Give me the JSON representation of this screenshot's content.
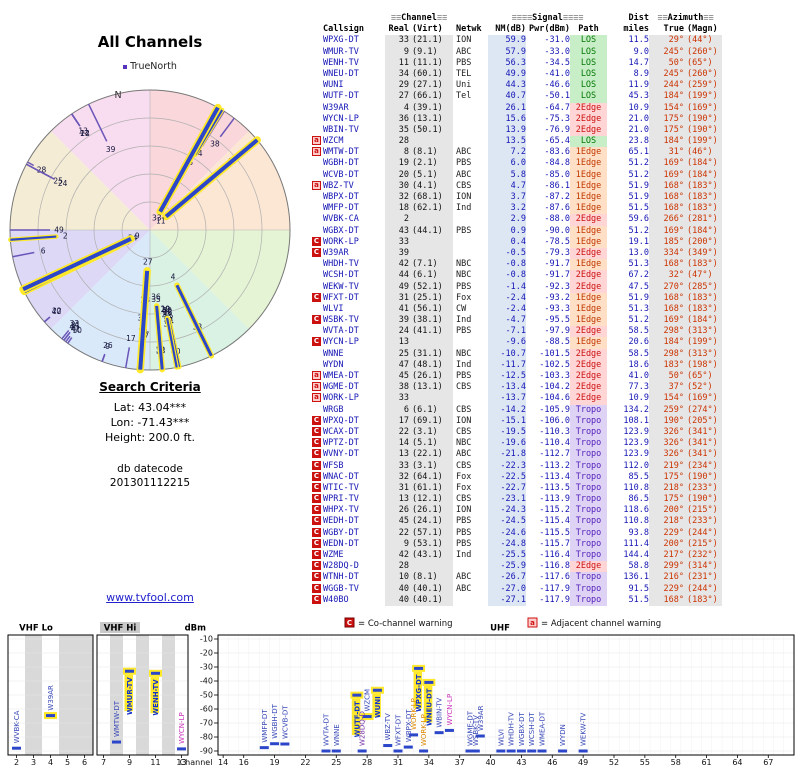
{
  "criteria": {
    "title": "Search Criteria",
    "lat": "Lat: 43.04***",
    "lon": "Lon: -71.43***",
    "height": "Height: 200.0 ft.",
    "db_label": "db datecode",
    "db_code": "201301112215"
  },
  "link": {
    "text": "www.tvfool.com"
  },
  "table": {
    "bar2": "≡≡",
    "bar4": "≡≡≡≡",
    "group_channel": "Channel",
    "group_signal": "Signal",
    "group_dist": "Dist",
    "group_azimuth": "Azimuth",
    "h_callsign": "Callsign",
    "h_real": "Real",
    "h_virt": "(Virt)",
    "h_netwk": "Netwk",
    "h_nm": "NM(dB)",
    "h_pwr": "Pwr(dBm)",
    "h_path": "Path",
    "h_miles": "miles",
    "h_true": "True",
    "h_magn": "(Magn)"
  },
  "chart_data": {
    "type": "table",
    "radar": {
      "type": "radar",
      "title": "All Channels",
      "mode": "TrueNorth",
      "north": "N",
      "sector_colors": [
        "#f9d7da",
        "#fce6d4",
        "#e4f4d4",
        "#d9f2e3",
        "#d9e9f9",
        "#dcd8f6",
        "#f4ecd4",
        "#f8dcef"
      ]
    },
    "signal_chart": {
      "type": "scatter",
      "ylabel": "dBm",
      "xlabel": "Channel",
      "ylim": [
        -90,
        -10
      ],
      "yticks": [
        -10,
        -20,
        -30,
        -40,
        -50,
        -60,
        -70,
        -80,
        -90
      ],
      "legend": {
        "co_symbol": "C",
        "co_text": "= Co-channel warning",
        "adj_symbol": "a",
        "adj_text": "= Adjacent channel warning"
      },
      "panels": [
        {
          "label": "VHF Lo",
          "ch_min": 2,
          "ch_max": 6,
          "ticks": [
            2,
            3,
            4,
            5,
            6
          ],
          "bands": [
            [
              3,
              3
            ],
            [
              5,
              6
            ]
          ]
        },
        {
          "label": "VHF Hi",
          "ch_min": 7,
          "ch_max": 13,
          "ticks": [
            7,
            9,
            11,
            13
          ],
          "bands": [
            [
              8,
              8
            ],
            [
              10,
              10
            ],
            [
              12,
              12
            ]
          ]
        },
        {
          "label": "UHF",
          "ch_min": 14,
          "ch_max": 69,
          "ticks": [
            14,
            16,
            19,
            22,
            25,
            28,
            31,
            34,
            37,
            40,
            43,
            46,
            49,
            52,
            55,
            58,
            61,
            64,
            67
          ],
          "bands": []
        }
      ]
    },
    "stations": [
      {
        "warn": "",
        "call": "WPXG-DT",
        "real": 33,
        "virt": "(21.1)",
        "net": "ION",
        "nm": "59.9",
        "pwr": "-31.0",
        "path": "LOS",
        "mi": "11.5",
        "tru": "29°",
        "mag": "(44°)"
      },
      {
        "warn": "",
        "call": "WMUR-TV",
        "real": 9,
        "virt": "(9.1)",
        "net": "ABC",
        "nm": "57.9",
        "pwr": "-33.0",
        "path": "LOS",
        "mi": "9.0",
        "tru": "245°",
        "mag": "(260°)"
      },
      {
        "warn": "",
        "call": "WENH-TV",
        "real": 11,
        "virt": "(11.1)",
        "net": "PBS",
        "nm": "56.3",
        "pwr": "-34.5",
        "path": "LOS",
        "mi": "14.7",
        "tru": "50°",
        "mag": "(65°)"
      },
      {
        "warn": "",
        "call": "WNEU-DT",
        "real": 34,
        "virt": "(60.1)",
        "net": "TEL",
        "nm": "49.9",
        "pwr": "-41.0",
        "path": "LOS",
        "mi": "8.9",
        "tru": "245°",
        "mag": "(260°)"
      },
      {
        "warn": "",
        "call": "WUNI",
        "real": 29,
        "virt": "(27.1)",
        "net": "Uni",
        "nm": "44.3",
        "pwr": "-46.6",
        "path": "LOS",
        "mi": "11.9",
        "tru": "244°",
        "mag": "(259°)"
      },
      {
        "warn": "",
        "call": "WUTF-DT",
        "real": 27,
        "virt": "(66.1)",
        "net": "Tel",
        "nm": "40.7",
        "pwr": "-50.1",
        "path": "LOS",
        "mi": "45.3",
        "tru": "184°",
        "mag": "(199°)"
      },
      {
        "warn": "",
        "call": "W39AR",
        "real": 4,
        "virt": "(39.1)",
        "net": "",
        "nm": "26.1",
        "pwr": "-64.7",
        "path": "2Edge",
        "mi": "10.9",
        "tru": "154°",
        "mag": "(169°)"
      },
      {
        "warn": "",
        "call": "WYCN-LP",
        "real": 36,
        "virt": "(13.1)",
        "net": "",
        "nm": "15.6",
        "pwr": "-75.3",
        "path": "2Edge",
        "mi": "21.0",
        "tru": "175°",
        "mag": "(190°)",
        "color": "#cc33bb"
      },
      {
        "warn": "",
        "call": "WBIN-TV",
        "real": 35,
        "virt": "(50.1)",
        "net": "",
        "nm": "13.9",
        "pwr": "-76.9",
        "path": "2Edge",
        "mi": "21.0",
        "tru": "175°",
        "mag": "(190°)"
      },
      {
        "warn": "a",
        "call": "WZCM",
        "real": 28,
        "virt": "",
        "net": "",
        "nm": "13.5",
        "pwr": "-65.4",
        "path": "LOS",
        "mi": "23.8",
        "tru": "184°",
        "mag": "(199°)"
      },
      {
        "warn": "a",
        "call": "WMTW-DT",
        "real": 8,
        "virt": "(8.1)",
        "net": "ABC",
        "nm": "7.2",
        "pwr": "-83.6",
        "path": "1Edge",
        "mi": "65.1",
        "tru": "31°",
        "mag": "(46°)"
      },
      {
        "warn": "",
        "call": "WGBH-DT",
        "real": 19,
        "virt": "(2.1)",
        "net": "PBS",
        "nm": "6.0",
        "pwr": "-84.8",
        "path": "1Edge",
        "mi": "51.2",
        "tru": "169°",
        "mag": "(184°)"
      },
      {
        "warn": "",
        "call": "WCVB-DT",
        "real": 20,
        "virt": "(5.1)",
        "net": "ABC",
        "nm": "5.8",
        "pwr": "-85.0",
        "path": "1Edge",
        "mi": "51.2",
        "tru": "169°",
        "mag": "(184°)"
      },
      {
        "warn": "a",
        "call": "WBZ-TV",
        "real": 30,
        "virt": "(4.1)",
        "net": "CBS",
        "nm": "4.7",
        "pwr": "-86.1",
        "path": "1Edge",
        "mi": "51.9",
        "tru": "168°",
        "mag": "(183°)"
      },
      {
        "warn": "",
        "call": "WBPX-DT",
        "real": 32,
        "virt": "(68.1)",
        "net": "ION",
        "nm": "3.7",
        "pwr": "-87.2",
        "path": "1Edge",
        "mi": "51.9",
        "tru": "168°",
        "mag": "(183°)"
      },
      {
        "warn": "",
        "call": "WMFP-DT",
        "real": 18,
        "virt": "(62.1)",
        "net": "Ind",
        "nm": "3.2",
        "pwr": "-87.6",
        "path": "1Edge",
        "mi": "51.5",
        "tru": "168°",
        "mag": "(183°)"
      },
      {
        "warn": "",
        "call": "WVBK-CA",
        "real": 2,
        "virt": "",
        "net": "",
        "nm": "2.9",
        "pwr": "-88.0",
        "path": "2Edge",
        "mi": "59.6",
        "tru": "266°",
        "mag": "(281°)"
      },
      {
        "warn": "",
        "call": "WGBX-DT",
        "real": 43,
        "virt": "(44.1)",
        "net": "PBS",
        "nm": "0.9",
        "pwr": "-90.0",
        "path": "1Edge",
        "mi": "51.2",
        "tru": "169°",
        "mag": "(184°)"
      },
      {
        "warn": "C",
        "call": "WORK-LP",
        "real": 33,
        "virt": "",
        "net": "",
        "nm": "0.4",
        "pwr": "-78.5",
        "path": "1Edge",
        "mi": "19.1",
        "tru": "185°",
        "mag": "(200°)",
        "color": "#dd8800"
      },
      {
        "warn": "C",
        "call": "W39AR",
        "real": 39,
        "virt": "",
        "net": "",
        "nm": "-0.5",
        "pwr": "-79.3",
        "path": "2Edge",
        "mi": "13.0",
        "tru": "334°",
        "mag": "(349°)"
      },
      {
        "warn": "",
        "call": "WHDH-TV",
        "real": 42,
        "virt": "(7.1)",
        "net": "NBC",
        "nm": "-0.8",
        "pwr": "-91.7",
        "path": "1Edge",
        "mi": "51.3",
        "tru": "168°",
        "mag": "(183°)"
      },
      {
        "warn": "",
        "call": "WCSH-DT",
        "real": 44,
        "virt": "(6.1)",
        "net": "NBC",
        "nm": "-0.8",
        "pwr": "-91.7",
        "path": "2Edge",
        "mi": "67.2",
        "tru": "32°",
        "mag": "(47°)"
      },
      {
        "warn": "",
        "call": "WEKW-TV",
        "real": 49,
        "virt": "(52.1)",
        "net": "PBS",
        "nm": "-1.4",
        "pwr": "-92.3",
        "path": "2Edge",
        "mi": "47.5",
        "tru": "270°",
        "mag": "(285°)"
      },
      {
        "warn": "C",
        "call": "WFXT-DT",
        "real": 31,
        "virt": "(25.1)",
        "net": "Fox",
        "nm": "-2.4",
        "pwr": "-93.2",
        "path": "1Edge",
        "mi": "51.9",
        "tru": "168°",
        "mag": "(183°)"
      },
      {
        "warn": "",
        "call": "WLVI",
        "real": 41,
        "virt": "(56.1)",
        "net": "CW",
        "nm": "-2.4",
        "pwr": "-93.3",
        "path": "1Edge",
        "mi": "51.3",
        "tru": "168°",
        "mag": "(183°)"
      },
      {
        "warn": "C",
        "call": "WSBK-TV",
        "real": 39,
        "virt": "(38.1)",
        "net": "Ind",
        "nm": "-4.7",
        "pwr": "-95.5",
        "path": "1Edge",
        "mi": "51.2",
        "tru": "169°",
        "mag": "(184°)"
      },
      {
        "warn": "",
        "call": "WVTA-DT",
        "real": 24,
        "virt": "(41.1)",
        "net": "PBS",
        "nm": "-7.1",
        "pwr": "-97.9",
        "path": "2Edge",
        "mi": "58.5",
        "tru": "298°",
        "mag": "(313°)"
      },
      {
        "warn": "C",
        "call": "WYCN-LP",
        "real": 13,
        "virt": "",
        "net": "",
        "nm": "-9.6",
        "pwr": "-88.5",
        "path": "1Edge",
        "mi": "20.6",
        "tru": "184°",
        "mag": "(199°)",
        "color": "#cc33bb"
      },
      {
        "warn": "",
        "call": "WNNE",
        "real": 25,
        "virt": "(31.1)",
        "net": "NBC",
        "nm": "-10.7",
        "pwr": "-101.5",
        "path": "2Edge",
        "mi": "58.5",
        "tru": "298°",
        "mag": "(313°)"
      },
      {
        "warn": "",
        "call": "WYDN",
        "real": 47,
        "virt": "(48.1)",
        "net": "Ind",
        "nm": "-11.7",
        "pwr": "-102.5",
        "path": "2Edge",
        "mi": "18.6",
        "tru": "183°",
        "mag": "(198°)"
      },
      {
        "warn": "a",
        "call": "WMEA-DT",
        "real": 45,
        "virt": "(26.1)",
        "net": "PBS",
        "nm": "-12.5",
        "pwr": "-103.3",
        "path": "2Edge",
        "mi": "41.0",
        "tru": "50°",
        "mag": "(65°)"
      },
      {
        "warn": "a",
        "call": "WGME-DT",
        "real": 38,
        "virt": "(13.1)",
        "net": "CBS",
        "nm": "-13.4",
        "pwr": "-104.2",
        "path": "2Edge",
        "mi": "77.3",
        "tru": "37°",
        "mag": "(52°)"
      },
      {
        "warn": "a",
        "call": "WORK-LP",
        "real": 33,
        "virt": "",
        "net": "",
        "nm": "-13.7",
        "pwr": "-104.6",
        "path": "2Edge",
        "mi": "10.9",
        "tru": "154°",
        "mag": "(169°)",
        "color": "#dd8800"
      },
      {
        "warn": "",
        "call": "WRGB",
        "real": 6,
        "virt": "(6.1)",
        "net": "CBS",
        "nm": "-14.2",
        "pwr": "-105.9",
        "path": "Tropo",
        "mi": "134.2",
        "tru": "259°",
        "mag": "(274°)"
      },
      {
        "warn": "C",
        "call": "WPXQ-DT",
        "real": 17,
        "virt": "(69.1)",
        "net": "ION",
        "nm": "-15.1",
        "pwr": "-106.0",
        "path": "Tropo",
        "mi": "108.1",
        "tru": "190°",
        "mag": "(205°)"
      },
      {
        "warn": "C",
        "call": "WCAX-DT",
        "real": 22,
        "virt": "(3.1)",
        "net": "CBS",
        "nm": "-19.5",
        "pwr": "-110.3",
        "path": "Tropo",
        "mi": "123.9",
        "tru": "326°",
        "mag": "(341°)"
      },
      {
        "warn": "C",
        "call": "WPTZ-DT",
        "real": 14,
        "virt": "(5.1)",
        "net": "NBC",
        "nm": "-19.6",
        "pwr": "-110.4",
        "path": "Tropo",
        "mi": "123.9",
        "tru": "326°",
        "mag": "(341°)"
      },
      {
        "warn": "C",
        "call": "WVNY-DT",
        "real": 13,
        "virt": "(22.1)",
        "net": "ABC",
        "nm": "-21.8",
        "pwr": "-112.7",
        "path": "Tropo",
        "mi": "123.9",
        "tru": "326°",
        "mag": "(341°)"
      },
      {
        "warn": "C",
        "call": "WFSB",
        "real": 33,
        "virt": "(3.1)",
        "net": "CBS",
        "nm": "-22.3",
        "pwr": "-113.2",
        "path": "Tropo",
        "mi": "112.0",
        "tru": "219°",
        "mag": "(234°)"
      },
      {
        "warn": "C",
        "call": "WNAC-DT",
        "real": 32,
        "virt": "(64.1)",
        "net": "Fox",
        "nm": "-22.5",
        "pwr": "-113.4",
        "path": "Tropo",
        "mi": "85.5",
        "tru": "175°",
        "mag": "(190°)"
      },
      {
        "warn": "C",
        "call": "WTIC-TV",
        "real": 31,
        "virt": "(61.1)",
        "net": "Fox",
        "nm": "-22.7",
        "pwr": "-113.5",
        "path": "Tropo",
        "mi": "110.8",
        "tru": "218°",
        "mag": "(233°)"
      },
      {
        "warn": "C",
        "call": "WPRI-TV",
        "real": 13,
        "virt": "(12.1)",
        "net": "CBS",
        "nm": "-23.1",
        "pwr": "-113.9",
        "path": "Tropo",
        "mi": "86.5",
        "tru": "175°",
        "mag": "(190°)"
      },
      {
        "warn": "C",
        "call": "WHPX-TV",
        "real": 26,
        "virt": "(26.1)",
        "net": "ION",
        "nm": "-24.3",
        "pwr": "-115.2",
        "path": "Tropo",
        "mi": "118.6",
        "tru": "200°",
        "mag": "(215°)"
      },
      {
        "warn": "C",
        "call": "WEDH-DT",
        "real": 45,
        "virt": "(24.1)",
        "net": "PBS",
        "nm": "-24.5",
        "pwr": "-115.4",
        "path": "Tropo",
        "mi": "110.8",
        "tru": "218°",
        "mag": "(233°)"
      },
      {
        "warn": "C",
        "call": "WGBY-DT",
        "real": 22,
        "virt": "(57.1)",
        "net": "PBS",
        "nm": "-24.6",
        "pwr": "-115.5",
        "path": "Tropo",
        "mi": "93.8",
        "tru": "229°",
        "mag": "(244°)"
      },
      {
        "warn": "C",
        "call": "WEDN-DT",
        "real": 9,
        "virt": "(53.1)",
        "net": "PBS",
        "nm": "-24.8",
        "pwr": "-115.7",
        "path": "Tropo",
        "mi": "111.4",
        "tru": "200°",
        "mag": "(215°)"
      },
      {
        "warn": "C",
        "call": "WZME",
        "real": 42,
        "virt": "(43.1)",
        "net": "Ind",
        "nm": "-25.5",
        "pwr": "-116.4",
        "path": "Tropo",
        "mi": "144.4",
        "tru": "217°",
        "mag": "(232°)"
      },
      {
        "warn": "C",
        "call": "W28DQ-D",
        "real": 28,
        "virt": "",
        "net": "",
        "nm": "-25.9",
        "pwr": "-116.8",
        "path": "2Edge",
        "mi": "58.8",
        "tru": "299°",
        "mag": "(314°)",
        "color": "#7733aa"
      },
      {
        "warn": "C",
        "call": "WTNH-DT",
        "real": 10,
        "virt": "(8.1)",
        "net": "ABC",
        "nm": "-26.7",
        "pwr": "-117.6",
        "path": "Tropo",
        "mi": "136.1",
        "tru": "216°",
        "mag": "(231°)"
      },
      {
        "warn": "C",
        "call": "WGGB-TV",
        "real": 40,
        "virt": "(40.1)",
        "net": "ABC",
        "nm": "-27.0",
        "pwr": "-117.9",
        "path": "Tropo",
        "mi": "91.5",
        "tru": "229°",
        "mag": "(244°)"
      },
      {
        "warn": "C",
        "call": "W40BO",
        "real": 40,
        "virt": "(40.1)",
        "net": "",
        "nm": "-27.1",
        "pwr": "-117.9",
        "path": "Tropo",
        "mi": "51.5",
        "tru": "168°",
        "mag": "(183°)"
      }
    ]
  }
}
